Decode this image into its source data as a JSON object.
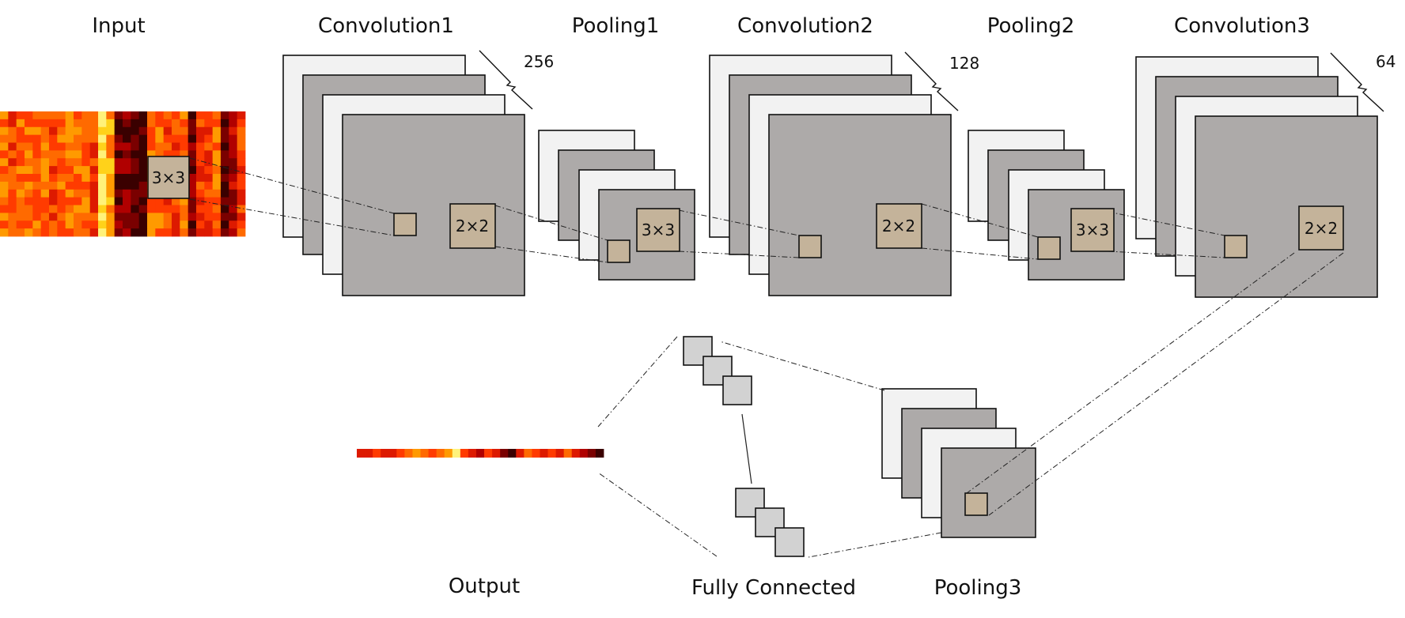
{
  "titles": {
    "input": "Input",
    "conv1": "Convolution1",
    "pool1": "Pooling1",
    "conv2": "Convolution2",
    "pool2": "Pooling2",
    "conv3": "Convolution3",
    "output": "Output",
    "fully_connected": "Fully Connected",
    "pool3": "Pooling3"
  },
  "filter_counts": {
    "conv1": "256",
    "conv2": "128",
    "conv3": "64"
  },
  "kernels": {
    "input": "3×3",
    "conv1": "2×2",
    "pool1": "3×3",
    "conv2": "2×2",
    "pool2": "3×3",
    "conv3": "2×2"
  },
  "heatmap_palette": [
    "#3a0000",
    "#7a0000",
    "#b00000",
    "#dd1a00",
    "#ff3b00",
    "#ff6a00",
    "#ff9a00",
    "#ffd21a",
    "#fff27a"
  ],
  "colors": {
    "plane_light": "#f2f2f2",
    "plane_dark": "#adaaa9",
    "kernel_box": "#c4b39a",
    "fc_unit": "#d2d2d2"
  }
}
